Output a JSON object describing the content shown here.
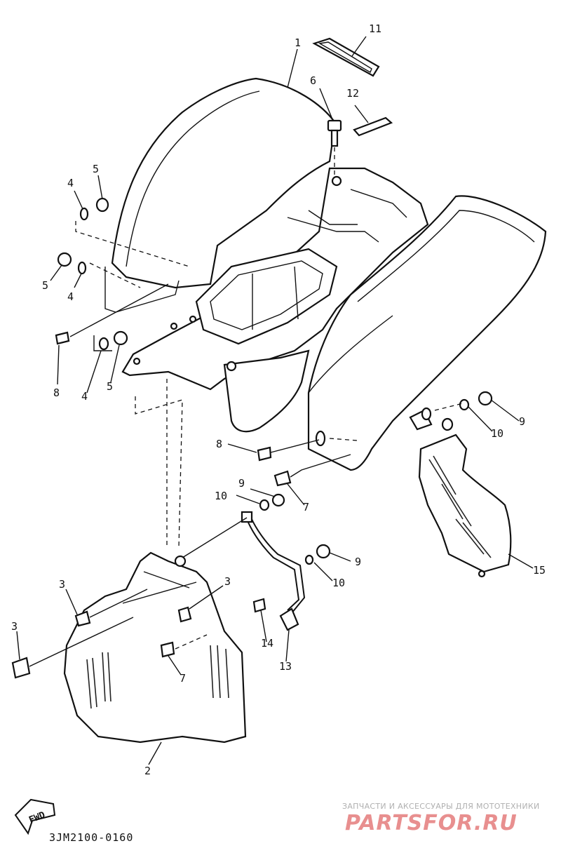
{
  "diagram": {
    "drawing_code": "3JM2100-0160",
    "fwd_label": "FWD",
    "watermark": {
      "tagline": "ЗАПЧАСТИ И АКСЕССУАРЫ ДЛЯ МОТОТЕХНИКИ",
      "brand": "PARTSFOR.RU"
    },
    "callouts": [
      {
        "id": "c-1",
        "text": "1"
      },
      {
        "id": "c-11",
        "text": "11"
      },
      {
        "id": "c-6",
        "text": "6"
      },
      {
        "id": "c-12",
        "text": "12"
      },
      {
        "id": "c-5a",
        "text": "5"
      },
      {
        "id": "c-4a",
        "text": "4"
      },
      {
        "id": "c-5b",
        "text": "5"
      },
      {
        "id": "c-4b",
        "text": "4"
      },
      {
        "id": "c-8a",
        "text": "8"
      },
      {
        "id": "c-4c",
        "text": "4"
      },
      {
        "id": "c-5c",
        "text": "5"
      },
      {
        "id": "c-9a",
        "text": "9"
      },
      {
        "id": "c-10a",
        "text": "10"
      },
      {
        "id": "c-8b",
        "text": "8"
      },
      {
        "id": "c-9b",
        "text": "9"
      },
      {
        "id": "c-10b",
        "text": "10"
      },
      {
        "id": "c-7a",
        "text": "7"
      },
      {
        "id": "c-9c",
        "text": "9"
      },
      {
        "id": "c-10c",
        "text": "10"
      },
      {
        "id": "c-15",
        "text": "15"
      },
      {
        "id": "c-3a",
        "text": "3"
      },
      {
        "id": "c-3b",
        "text": "3"
      },
      {
        "id": "c-3c",
        "text": "3"
      },
      {
        "id": "c-14",
        "text": "14"
      },
      {
        "id": "c-13",
        "text": "13"
      },
      {
        "id": "c-7b",
        "text": "7"
      },
      {
        "id": "c-2",
        "text": "2"
      }
    ]
  }
}
